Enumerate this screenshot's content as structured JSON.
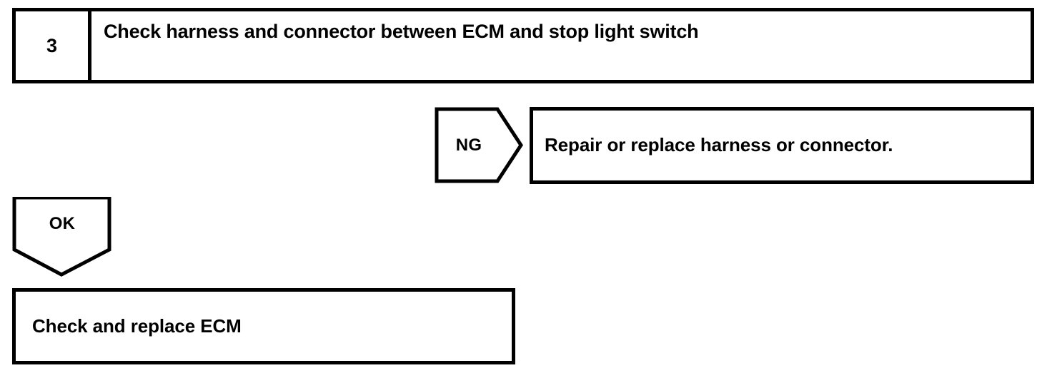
{
  "diagram": {
    "type": "troubleshooting-flowchart",
    "colors": {
      "line": "#000000",
      "background": "#ffffff",
      "text": "#000000"
    },
    "step": {
      "number": "3",
      "title": "Check harness and connector between ECM and stop light switch"
    },
    "branches": {
      "ng": {
        "label": "NG",
        "direction": "right",
        "result": "Repair or replace harness or connector."
      },
      "ok": {
        "label": "OK",
        "direction": "down",
        "result": "Check and replace ECM"
      }
    }
  }
}
